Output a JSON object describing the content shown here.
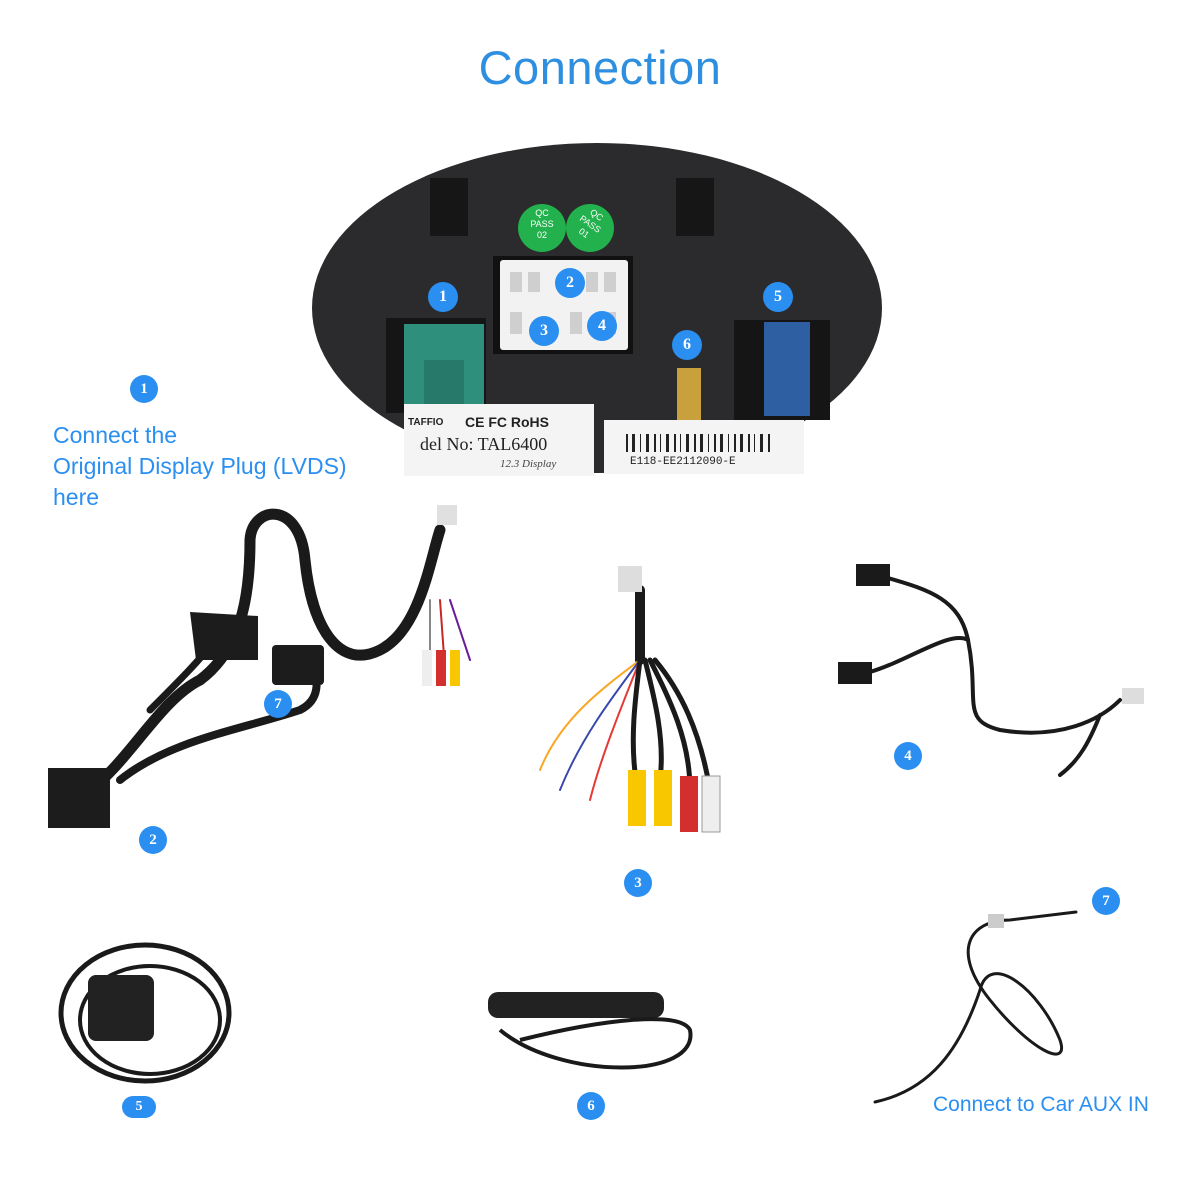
{
  "page": {
    "title": "Connection",
    "accent_color": "#2a8ff0"
  },
  "panel": {
    "sticker_1": {
      "line1": "QC",
      "line2": "PASS",
      "line3": "02"
    },
    "sticker_2": {
      "line1": "QC",
      "line2": "PASS",
      "line3": "01"
    },
    "ports": [
      "1",
      "2",
      "3",
      "4",
      "5",
      "6"
    ],
    "label_model": "del No: TAL6400",
    "label_sub": "12.3 Display",
    "label_brand": "TAFFIO",
    "label_marks": "CE FC RoHS",
    "barcode_text": "E118-EE2112090-E"
  },
  "items": {
    "item1": {
      "number": "1",
      "note_line1": "Connect the",
      "note_line2": "Original Display Plug (LVDS)",
      "note_line3": "here"
    },
    "item2": {
      "number": "2"
    },
    "item3": {
      "number": "3"
    },
    "item4": {
      "number": "4"
    },
    "item5": {
      "number": "5"
    },
    "item6": {
      "number": "6"
    },
    "item7_harness": {
      "number": "7"
    },
    "item7_aux": {
      "number": "7",
      "note": "Connect to Car AUX IN"
    }
  }
}
